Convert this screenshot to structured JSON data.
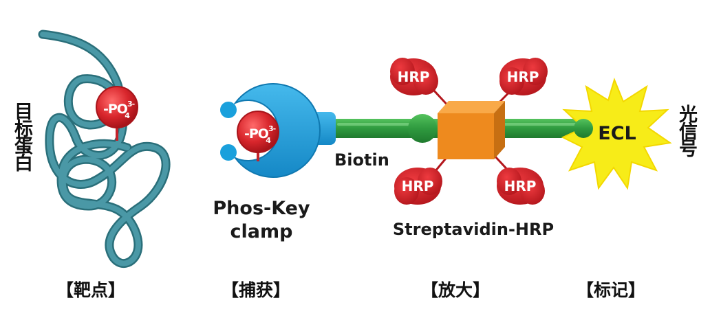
{
  "target_protein": {
    "label": "目标蛋白",
    "phosphate": "-PO",
    "phosphate_sub": "4",
    "phosphate_sup": "3-"
  },
  "clamp": {
    "label_line1": "Phos-Key",
    "label_line2": "clamp",
    "phosphate": "-PO",
    "phosphate_sub": "4",
    "phosphate_sup": "3-"
  },
  "linker": {
    "label": "Biotin"
  },
  "enzyme": {
    "label": "Streptavidin-HRP",
    "hrp_labels": [
      "HRP",
      "HRP",
      "HRP",
      "HRP"
    ]
  },
  "signal": {
    "core_label": "ECL",
    "output_label": "光信号"
  },
  "stages": [
    "【靶点】",
    "【捕获】",
    "【放大】",
    "【标记】"
  ],
  "colors": {
    "protein": "#3b8593",
    "phosphate": "#d8262c",
    "clamp": "#1aa0dc",
    "biotin_rod": "#2f9a3f",
    "streptavidin": "#ee8a1e",
    "hrp": "#cc1f26",
    "ecl": "#f7ec18"
  }
}
